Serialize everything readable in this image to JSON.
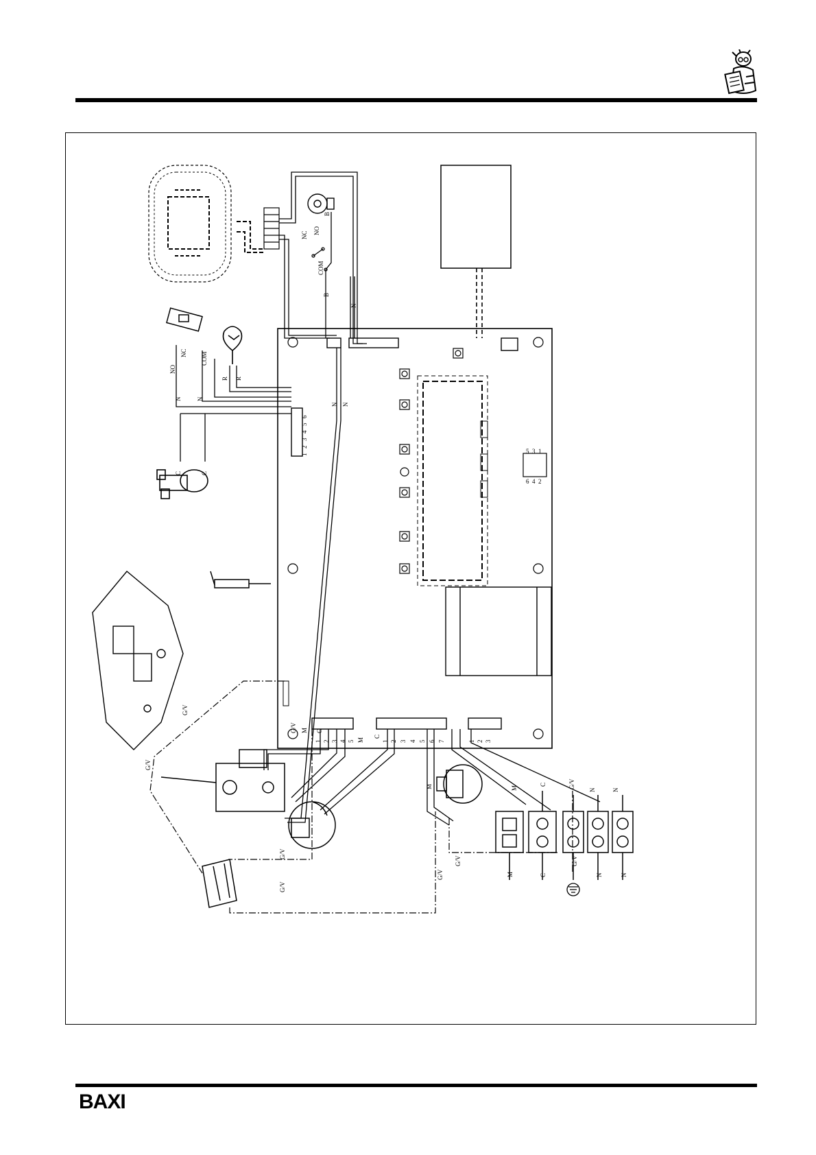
{
  "brand": {
    "name": "BAXI"
  },
  "switch_labels": {
    "no": "NO",
    "nc": "NC",
    "com": "COM",
    "b": "B"
  },
  "wire_codes": {
    "neutral": "N",
    "common": "C",
    "red": "R",
    "brown": "M",
    "green_yellow": "G/V"
  },
  "connector_pins": {
    "six_way": [
      "1",
      "2",
      "3",
      "4",
      "5",
      "6"
    ],
    "five_way": [
      "1",
      "2",
      "3",
      "4",
      "5"
    ],
    "seven_way": [
      "1",
      "2",
      "3",
      "4",
      "5",
      "6",
      "7"
    ],
    "three_way": [
      "1",
      "2",
      "3"
    ],
    "header_top": [
      "5",
      "3",
      "1"
    ],
    "header_bottom": [
      "6",
      "4",
      "2"
    ]
  },
  "terminal_block_labels": [
    "M",
    "C",
    "G/V",
    "N",
    "N"
  ],
  "icons": [
    "mascot-reading-icon",
    "earth-ground-icon"
  ]
}
